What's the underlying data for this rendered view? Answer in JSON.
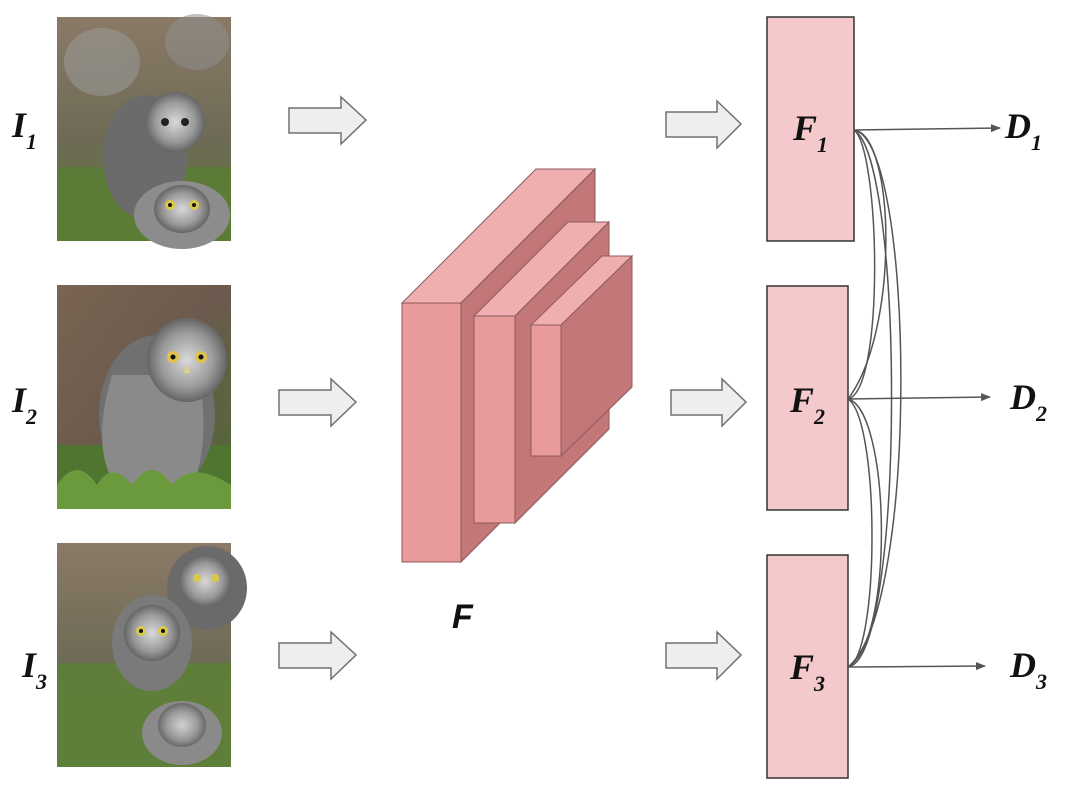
{
  "inputs": [
    {
      "label": "I",
      "sub": "1",
      "variant": "stack-top"
    },
    {
      "label": "I",
      "sub": "2",
      "variant": "single"
    },
    {
      "label": "I",
      "sub": "3",
      "variant": "stack-bottom"
    }
  ],
  "network": {
    "label": "F"
  },
  "features": [
    {
      "label": "F",
      "sub": "1"
    },
    {
      "label": "F",
      "sub": "2"
    },
    {
      "label": "F",
      "sub": "3"
    }
  ],
  "outputs": [
    {
      "label": "D",
      "sub": "1"
    },
    {
      "label": "D",
      "sub": "2"
    },
    {
      "label": "D",
      "sub": "3"
    }
  ],
  "colors": {
    "block_front": "#e99a9b",
    "block_top": "#efaeb0",
    "block_side": "#c47778",
    "feature_box": "#f4c9cb",
    "arrow_fill": "#eeeeee",
    "arrow_stroke": "#707070",
    "line": "#555555"
  }
}
